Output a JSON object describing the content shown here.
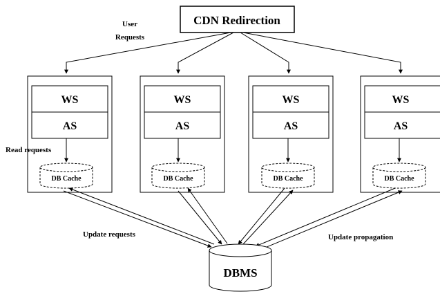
{
  "top": {
    "cdn_label": "CDN Redirection",
    "user_requests_line1": "User",
    "user_requests_line2": "Requests"
  },
  "nodes": [
    {
      "ws": "WS",
      "as": "AS",
      "cache": "DB Cache"
    },
    {
      "ws": "WS",
      "as": "AS",
      "cache": "DB Cache"
    },
    {
      "ws": "WS",
      "as": "AS",
      "cache": "DB Cache"
    },
    {
      "ws": "WS",
      "as": "AS",
      "cache": "DB Cache"
    }
  ],
  "annotations": {
    "read_requests": "Read requests",
    "update_requests": "Update requests",
    "update_propagation": "Update propagation"
  },
  "bottom": {
    "dbms_label": "DBMS"
  }
}
